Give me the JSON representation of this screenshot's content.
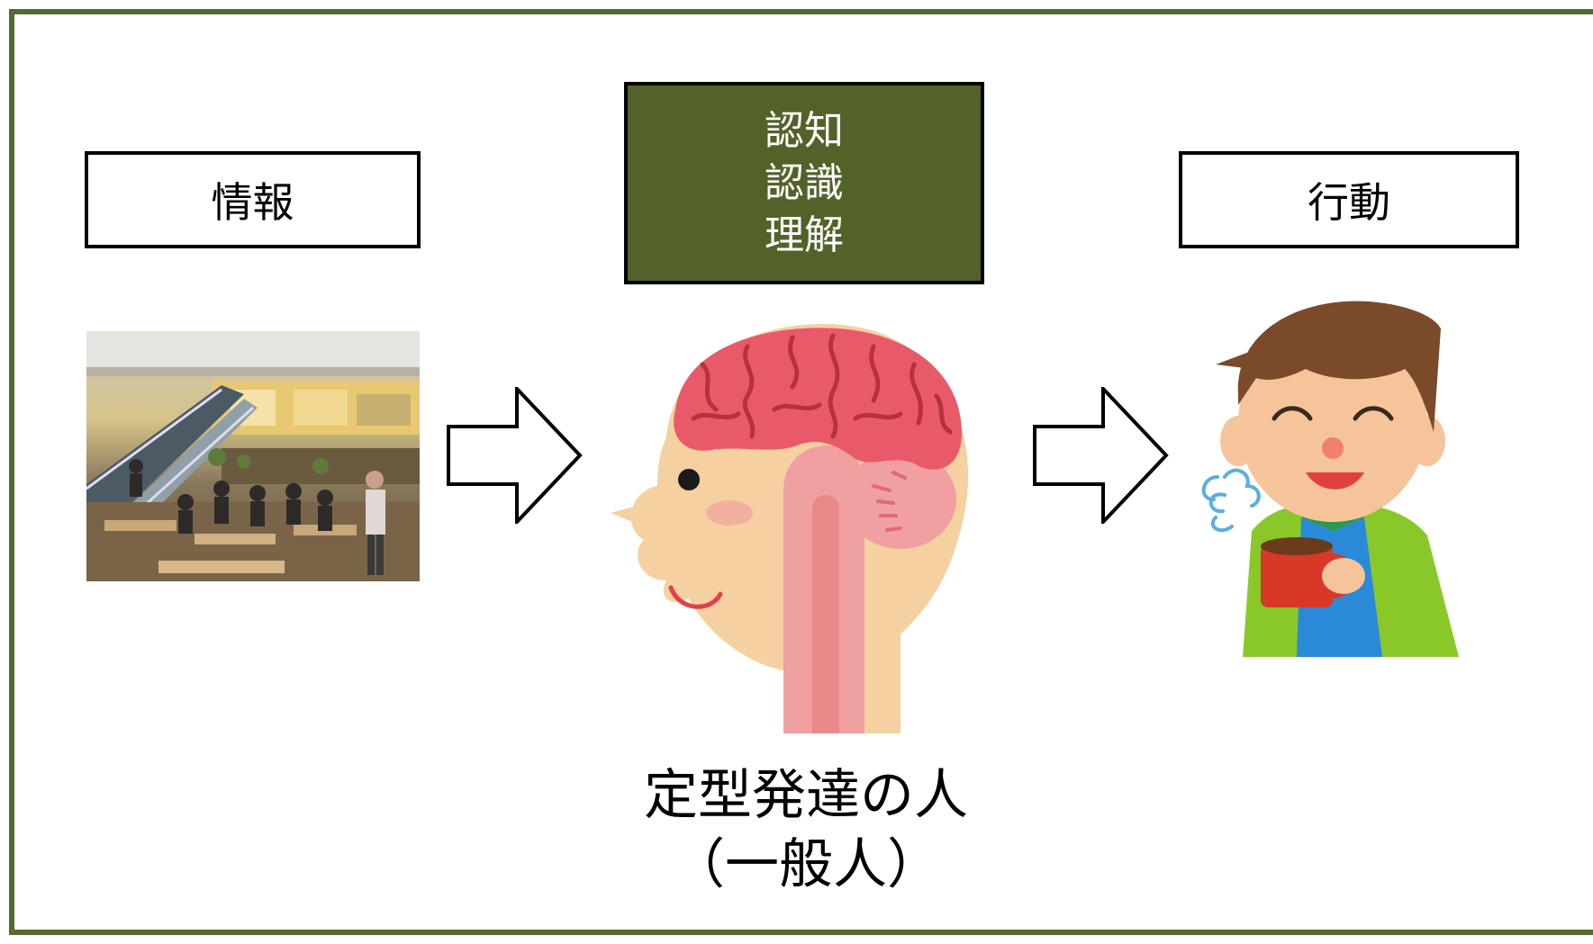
{
  "left_box": {
    "label": "情報"
  },
  "center_box": {
    "lines": [
      "認知",
      "認識",
      "理解"
    ],
    "color": "#536229"
  },
  "right_box": {
    "label": "行動"
  },
  "caption": {
    "line1": "定型発達の人",
    "line2": "（一般人）"
  },
  "images": {
    "left": "shopping-mall-photo",
    "center": "brain-head-illustration",
    "right": "man-drinking-coffee-illustration"
  },
  "colors": {
    "frame": "#556b2f"
  }
}
